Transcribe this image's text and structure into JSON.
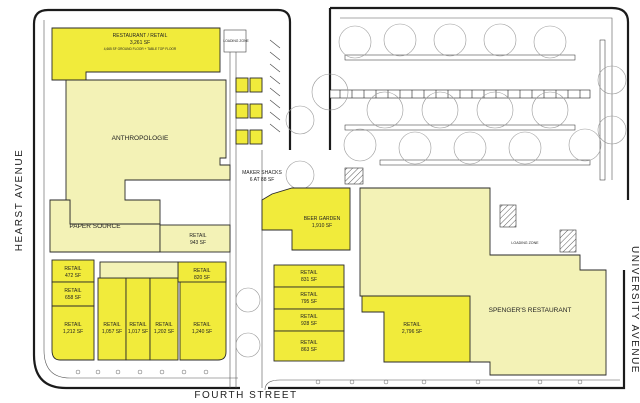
{
  "streets": {
    "west": "HEARST AVENUE",
    "south": "FOURTH STREET",
    "east": "UNIVERSITY AVENUE"
  },
  "units": {
    "restaurant_retail_top": {
      "name": "RESTAURANT / RETAIL",
      "area": "3,261 SF",
      "note": "4,665 SF GROUND FLOOR + TABLE TOP FLOOR"
    },
    "anthropologie": {
      "name": "ANTHROPOLOGIE"
    },
    "paper_source": {
      "name": "PAPER SOURCE"
    },
    "retail_943": {
      "name": "RETAIL",
      "area": "943 SF"
    },
    "retail_472": {
      "name": "RETAIL",
      "area": "472 SF"
    },
    "retail_658": {
      "name": "RETAIL",
      "area": "658 SF"
    },
    "retail_1212": {
      "name": "RETAIL",
      "area": "1,212 SF"
    },
    "retail_1057": {
      "name": "RETAIL",
      "area": "1,057 SF"
    },
    "retail_1017": {
      "name": "RETAIL",
      "area": "1,017 SF"
    },
    "retail_1202": {
      "name": "RETAIL",
      "area": "1,202 SF"
    },
    "retail_1240": {
      "name": "RETAIL",
      "area": "1,240 SF"
    },
    "retail_820": {
      "name": "RETAIL",
      "area": "820 SF"
    },
    "maker_shacks": {
      "name": "MAKER SHACKS",
      "area": "6 AT 88 SF"
    },
    "beer_garden": {
      "name": "BEER GARDEN",
      "area": "1,910 SF"
    },
    "retail_831": {
      "name": "RETAIL",
      "area": "831 SF"
    },
    "retail_795": {
      "name": "RETAIL",
      "area": "795 SF"
    },
    "retail_928": {
      "name": "RETAIL",
      "area": "928 SF"
    },
    "retail_863": {
      "name": "RETAIL",
      "area": "863 SF"
    },
    "retail_2796": {
      "name": "RETAIL",
      "area": "2,796 SF"
    },
    "spengers": {
      "name": "SPENGER'S RESTAURANT"
    }
  },
  "zones": {
    "loading_north": "LOADING ZONE",
    "loading_east": "LOADING ZONE"
  },
  "colors": {
    "bright": "#f1eb3b",
    "pale": "#f3f2b6"
  }
}
